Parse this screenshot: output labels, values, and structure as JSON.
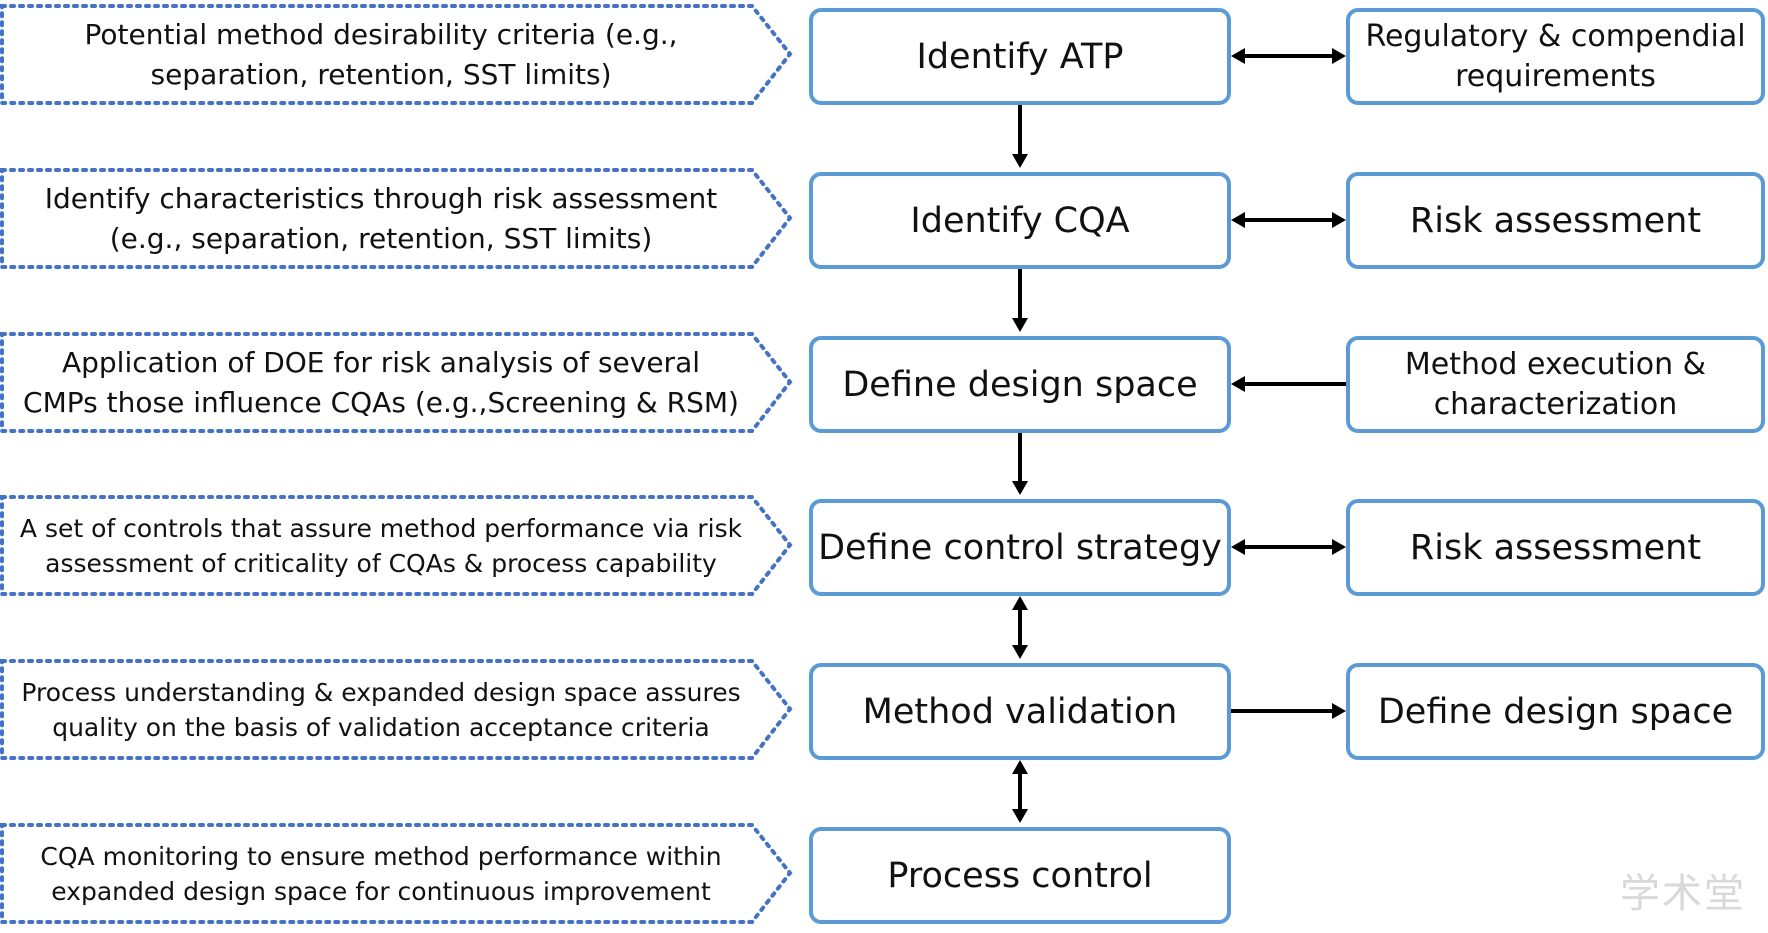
{
  "steps": [
    {
      "note": "Potential method desirability criteria (e.g.,\nseparation, retention, SST limits)",
      "main": "Identify ATP",
      "side": "Regulatory & compendial\nrequirements",
      "link": "both"
    },
    {
      "note": "Identify characteristics through risk assessment\n(e.g., separation, retention, SST limits)",
      "main": "Identify CQA",
      "side": "Risk assessment",
      "link": "both"
    },
    {
      "note": "Application of DOE for risk analysis of several\nCMPs those influence CQAs (e.g.,Screening & RSM)",
      "main": "Define design space",
      "side": "Method execution &\ncharacterization",
      "link": "to-main"
    },
    {
      "note": "A set of controls that assure method performance via risk\nassessment of criticality of CQAs & process capability",
      "main": "Define control strategy",
      "side": "Risk assessment",
      "link": "both"
    },
    {
      "note": "Process understanding & expanded design space assures\nquality on the basis of validation acceptance criteria",
      "main": "Method validation",
      "side": "Define design space",
      "link": "to-side"
    },
    {
      "note": "CQA monitoring to ensure method performance within\nexpanded design space for continuous improvement",
      "main": "Process control",
      "side": "",
      "link": "none"
    }
  ],
  "vertical_links": [
    "down",
    "down",
    "down",
    "both",
    "both"
  ],
  "colors": {
    "box_border": "#5b9bd5",
    "note_border": "#4472c4",
    "arrow": "#000000"
  },
  "watermark": "学术堂"
}
